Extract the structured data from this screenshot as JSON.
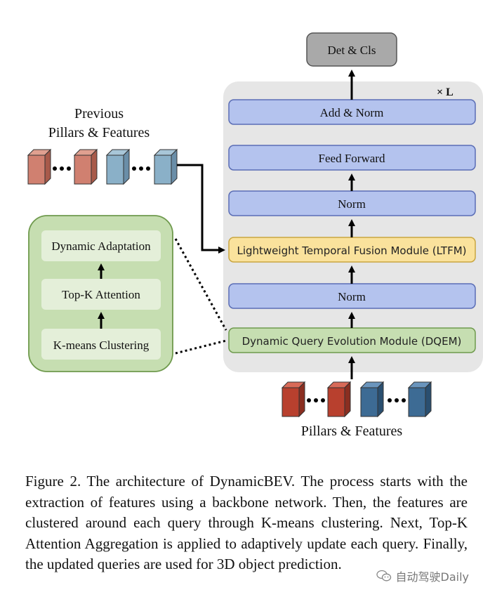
{
  "diagram": {
    "output_box": "Det & Cls",
    "repeat_label": "× L",
    "add_norm": "Add & Norm",
    "feed_forward": "Feed Forward",
    "norm_top": "Norm",
    "ltfm": "Lightweight Temporal Fusion Module (LTFM)",
    "norm_bottom": "Norm",
    "dqem": "Dynamic Query Evolution Module (DQEM)",
    "previous_label_line1": "Previous",
    "previous_label_line2": "Pillars & Features",
    "input_label": "Pillars & Features",
    "detail": {
      "dynamic_adaptation": "Dynamic Adaptation",
      "topk_attention": "Top-K Attention",
      "kmeans_clustering": "K-means Clustering"
    },
    "colors": {
      "gray_panel": "#e6e6e6",
      "blue_box": "#b4c3ee",
      "yellow_box": "#fae29c",
      "green_box": "#c6deb1",
      "output_box": "#a9a9a9",
      "red_cube": "#b8402e",
      "blue_cube": "#3d6b94",
      "light_red_cube": "#d08070",
      "light_blue_cube": "#8ab0c8"
    }
  },
  "caption": "Figure 2.  The architecture of DynamicBEV. The process starts with the extraction of features using a backbone network.  Then, the features are clustered around each query through K-means clustering. Next, Top-K Attention Aggregation is applied to adaptively update each query. Finally, the updated queries are used for 3D object prediction.",
  "watermark": "自动驾驶Daily"
}
